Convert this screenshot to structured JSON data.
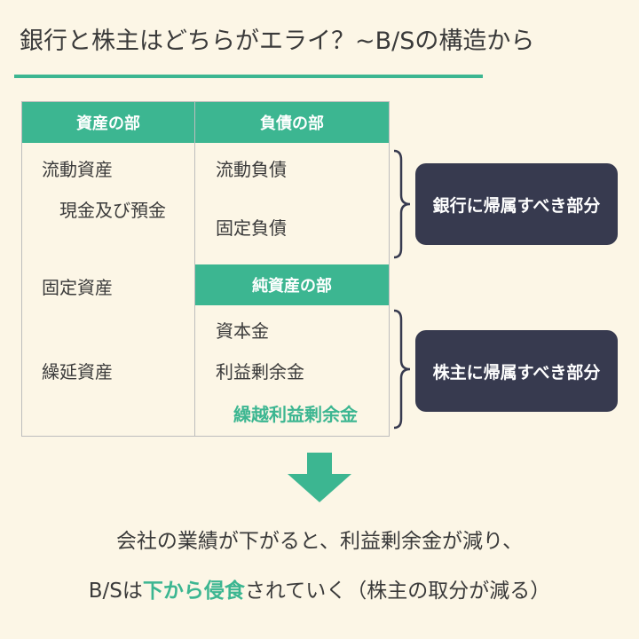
{
  "title": "銀行と株主はどちらがエライ？~B/Sの構造から",
  "balance_sheet": {
    "assets_header": "資産の部",
    "liabilities_header": "負債の部",
    "equity_header": "純資産の部",
    "assets": {
      "current_assets": "流動資産",
      "cash_deposits": "現金及び預金",
      "fixed_assets": "固定資産",
      "deferred_assets": "繰延資産"
    },
    "liabilities": {
      "current_liabilities": "流動負債",
      "fixed_liabilities": "固定負債"
    },
    "equity": {
      "capital": "資本金",
      "capital_surplus": "利益剰余金",
      "retained_earnings": "繰越利益剰余金"
    }
  },
  "callouts": {
    "bank": "銀行に帰属すべき部分",
    "shareholders": "株主に帰属すべき部分"
  },
  "conclusion": {
    "line1": "会社の業績が下がると、利益剰余金が減り、",
    "line2_prefix": "B/Sは",
    "line2_highlight": "下から侵食",
    "line2_suffix": "されていく（株主の取分が減る）"
  },
  "colors": {
    "accent": "#3cb691",
    "callout_bg": "#373a4f",
    "background": "#fcf6e6"
  }
}
